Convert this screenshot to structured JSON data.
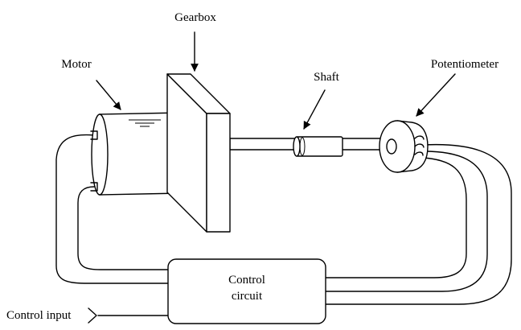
{
  "diagram": {
    "labels": {
      "gearbox": "Gearbox",
      "motor": "Motor",
      "shaft": "Shaft",
      "potentiometer": "Potentiometer",
      "control_circuit_line1": "Control",
      "control_circuit_line2": "circuit",
      "control_input": "Control input"
    },
    "icons": {
      "arrows": "arrow-icon",
      "motor": "motor-icon",
      "gearbox": "gearbox-icon",
      "shaft": "shaft-icon",
      "potentiometer": "potentiometer-icon"
    }
  }
}
